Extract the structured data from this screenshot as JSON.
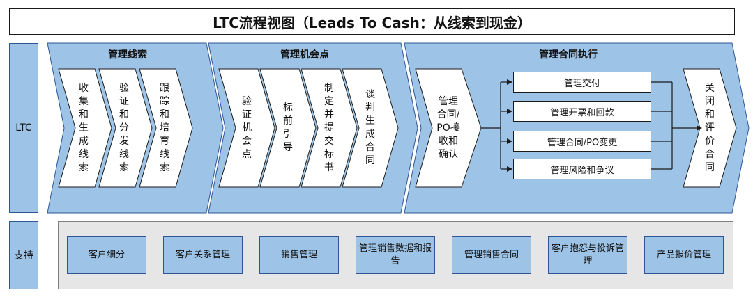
{
  "title": "LTC流程视图（Leads To Cash：从线索到现金）",
  "left_labels": {
    "ltc": "LTC",
    "support": "支持"
  },
  "phases": [
    {
      "title": "管理线索",
      "steps": [
        "收集和生成线索",
        "验证和分发线索",
        "跟踪和培育线索"
      ]
    },
    {
      "title": "管理机会点",
      "steps": [
        "验证机会点",
        "标前引导",
        "制定并提交标书",
        "谈判生成合同"
      ]
    },
    {
      "title": "管理合同执行",
      "steps": [
        "管理合同/PO接收和确认",
        "关闭和评价合同"
      ]
    }
  ],
  "contract_entry_lines": [
    "管理",
    "合同/",
    "PO接",
    "收和",
    "确认"
  ],
  "contract_tasks": [
    "管理交付",
    "管理开票和回款",
    "管理合同/PO变更",
    "管理风险和争议"
  ],
  "support_items": [
    "客户细分",
    "客户关系管理",
    "销售管理",
    "管理销售数据和报告",
    "管理销售合同",
    "客户抱怨与投诉管理",
    "产品报价管理"
  ],
  "colors": {
    "light_blue": "#9dc3e6",
    "dark_blue": "#2f5597",
    "gray_panel": "#e7e6e6",
    "white": "#ffffff"
  }
}
